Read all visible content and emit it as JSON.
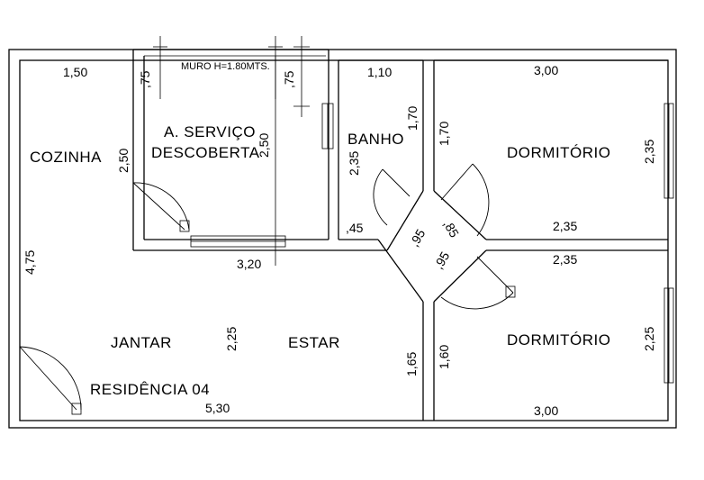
{
  "rooms": {
    "cozinha": "COZINHA",
    "servico_line1": "A. SERVIÇO",
    "servico_line2": "DESCOBERTA",
    "banho": "BANHO",
    "dormitorio_1": "DORMITÓRIO",
    "dormitorio_2": "DORMITÓRIO",
    "jantar": "JANTAR",
    "estar": "ESTAR"
  },
  "title": "RESIDÊNCIA  04",
  "muro_note": "MURO H=1.80MTS.",
  "dimensions": {
    "cozinha_top": "1,50",
    "cozinha_side": "2,50",
    "living_left": "4,75",
    "muro_left": ",75",
    "muro_right": ",75",
    "servico_mid": "2,50",
    "servico_bottom": "3,20",
    "banho_top": "1,10",
    "banho_side": "1,70",
    "banho_left": "2,35",
    "banho_corner": ",45",
    "diag_1": ",95",
    "diag_2": ",85",
    "diag_3": ",95",
    "dorm1_top": "3,00",
    "dorm1_left": "1,70",
    "dorm1_right": "2,35",
    "dorm1_bottom": "2,35",
    "dorm2_top": "2,35",
    "dorm2_right": "2,25",
    "dorm2_left": "1,60",
    "dorm2_bottom": "3,00",
    "living_mid": "2,25",
    "living_right": "1,65",
    "living_bottom": "5,30"
  }
}
